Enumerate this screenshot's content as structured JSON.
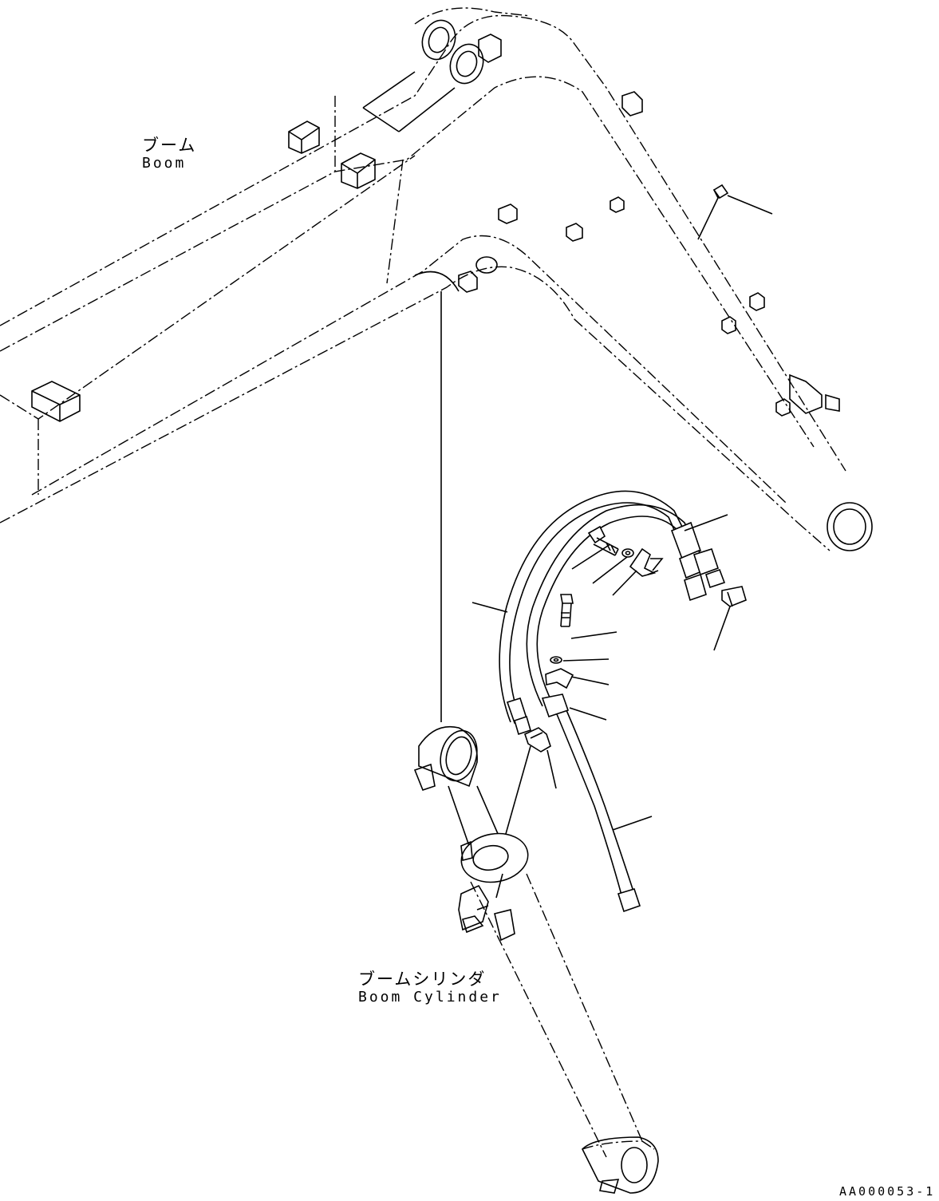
{
  "labels": {
    "boom_ja": "ブーム",
    "boom_en": "Boom",
    "boom_cylinder_ja": "ブームシリンダ",
    "boom_cylinder_en": "Boom Cylinder",
    "drawing_number": "AA000053-1"
  },
  "colors": {
    "line": "#000000",
    "background": "#ffffff"
  }
}
